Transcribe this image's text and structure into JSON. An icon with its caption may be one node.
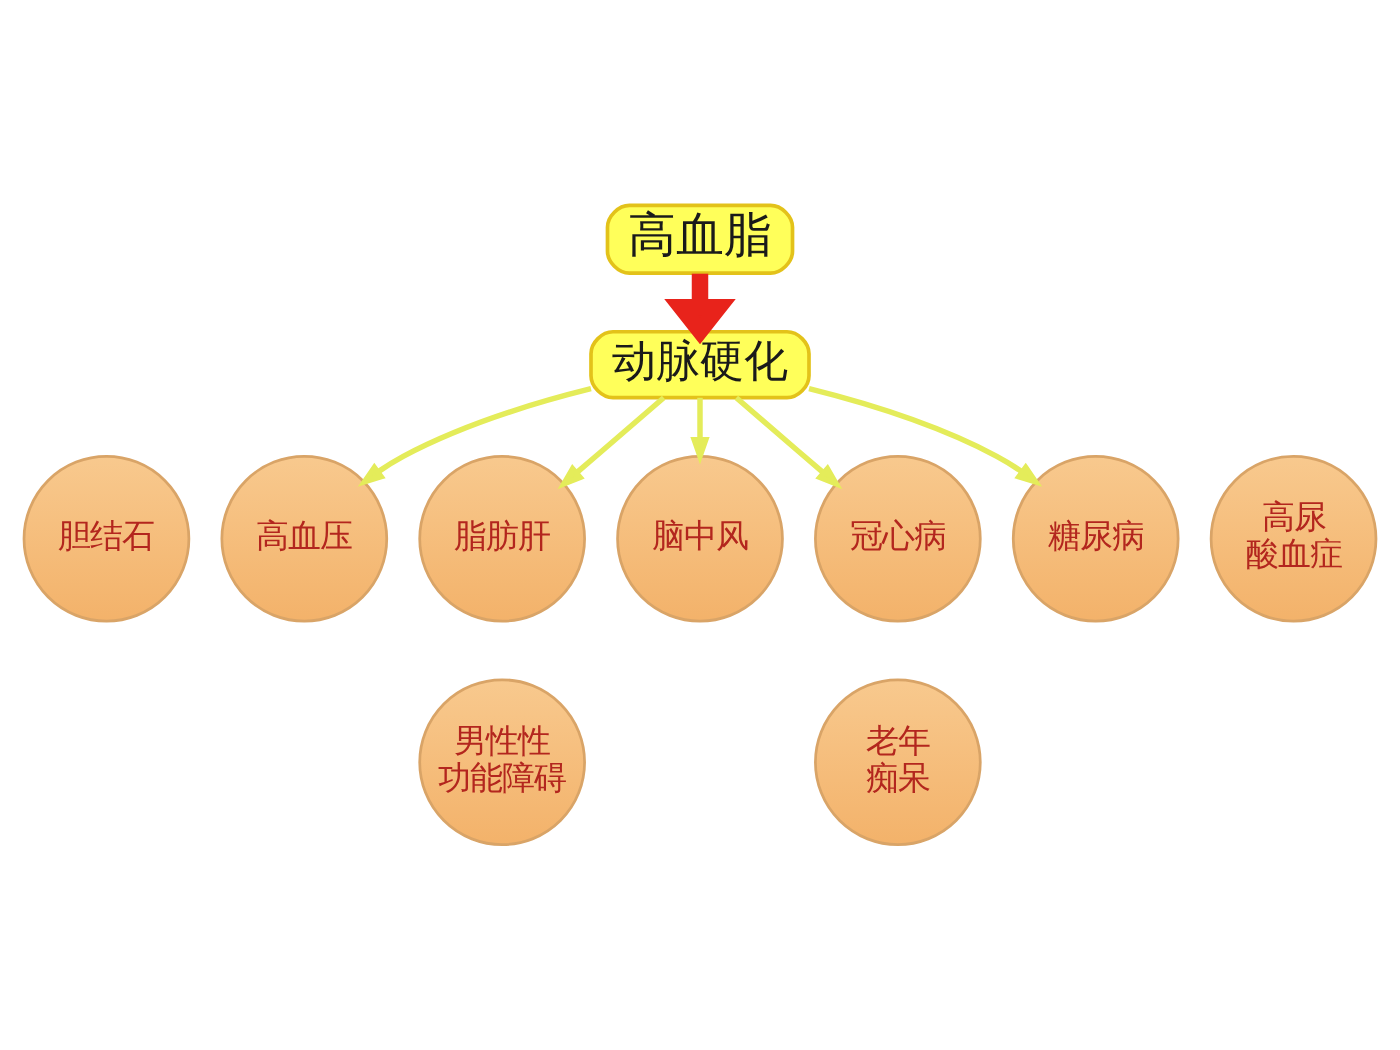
{
  "diagram": {
    "nodes": [
      {
        "text": [
          "高血脂"
        ]
      },
      {
        "text": [
          "动脉硬化"
        ]
      },
      {
        "text": [
          "高血压"
        ]
      },
      {
        "text": [
          "糖尿病"
        ]
      },
      {
        "text": [
          "胆结石"
        ]
      },
      {
        "text": [
          "脂肪肝"
        ]
      },
      {
        "text": [
          "脑中风"
        ]
      },
      {
        "text": [
          "冠心病"
        ]
      },
      {
        "text": [
          "高尿酸血症"
        ]
      },
      {
        "text": [
          "男性性功能障碍"
        ]
      },
      {
        "text": [
          "老年痴呆"
        ]
      }
    ],
    "edges": [
      {
        "from": 0,
        "to": 1,
        "arrow": "to",
        "style": "thick",
        "color": "#e8231b"
      },
      {
        "from": 1,
        "to": 2,
        "arrow": "to"
      },
      {
        "from": 1,
        "to": 5,
        "arrow": "to"
      },
      {
        "from": 1,
        "to": 6,
        "arrow": "to"
      },
      {
        "from": 1,
        "to": 7,
        "arrow": "to"
      },
      {
        "from": 1,
        "to": 3,
        "arrow": "to"
      }
    ]
  }
}
